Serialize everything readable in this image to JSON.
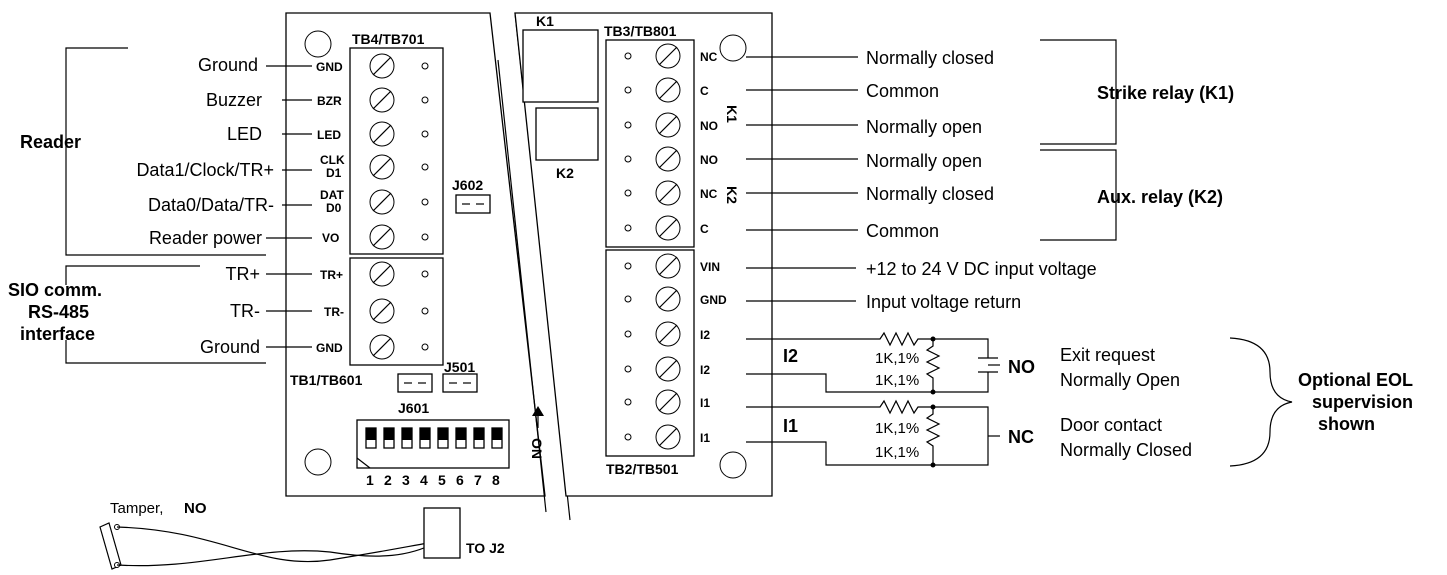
{
  "reader": {
    "group_label": "Reader",
    "lines": [
      "Ground",
      "Buzzer",
      "LED",
      "Data1/Clock/TR+",
      "Data0/Data/TR-",
      "Reader power"
    ]
  },
  "sio": {
    "group_label_1": "SIO comm.",
    "group_label_2": "RS-485",
    "group_label_3": "interface",
    "lines": [
      "TR+",
      "TR-",
      "Ground"
    ]
  },
  "tb4": {
    "title": "TB4/TB701",
    "pins": [
      "GND",
      "BZR",
      "LED",
      "CLK",
      "D1",
      "DAT",
      "D0",
      "VO"
    ]
  },
  "tb1": {
    "title": "TB1/TB601",
    "pins": [
      "TR+",
      "TR-",
      "GND"
    ]
  },
  "jumpers": {
    "j602": "J602",
    "j501": "J501",
    "j601": "J601"
  },
  "dip": {
    "numbers": [
      "1",
      "2",
      "3",
      "4",
      "5",
      "6",
      "7",
      "8"
    ],
    "on_label": "ON"
  },
  "relays": {
    "k1": "K1",
    "k2": "K2",
    "k1_side": "K1",
    "k2_side": "K2"
  },
  "tb3": {
    "title": "TB3/TB801",
    "pins": [
      "NC",
      "C",
      "NO",
      "NO",
      "NC",
      "C"
    ]
  },
  "tb2": {
    "title": "TB2/TB501",
    "pins": [
      "VIN",
      "GND",
      "I2",
      "I2",
      "I1",
      "I1"
    ]
  },
  "relay_lines": [
    "Normally closed",
    "Common",
    "Normally open",
    "Normally open",
    "Normally closed",
    "Common"
  ],
  "strike_relay": "Strike relay (K1)",
  "aux_relay": "Aux. relay (K2)",
  "power_lines": [
    "+12 to 24 V DC  input voltage",
    "Input voltage return"
  ],
  "inputs": {
    "i2_label": "I2",
    "i1_label": "I1",
    "resistor": "1K,1%",
    "no_label": "NO",
    "nc_label": "NC",
    "exit_1": "Exit request",
    "exit_2": "Normally Open",
    "door_1": "Door contact",
    "door_2": "Normally Closed"
  },
  "eol": {
    "line1": "Optional EOL",
    "line2": "supervision",
    "line3": "shown"
  },
  "tamper": {
    "label": "Tamper,",
    "type": "NO"
  },
  "to_j2": "TO J2"
}
